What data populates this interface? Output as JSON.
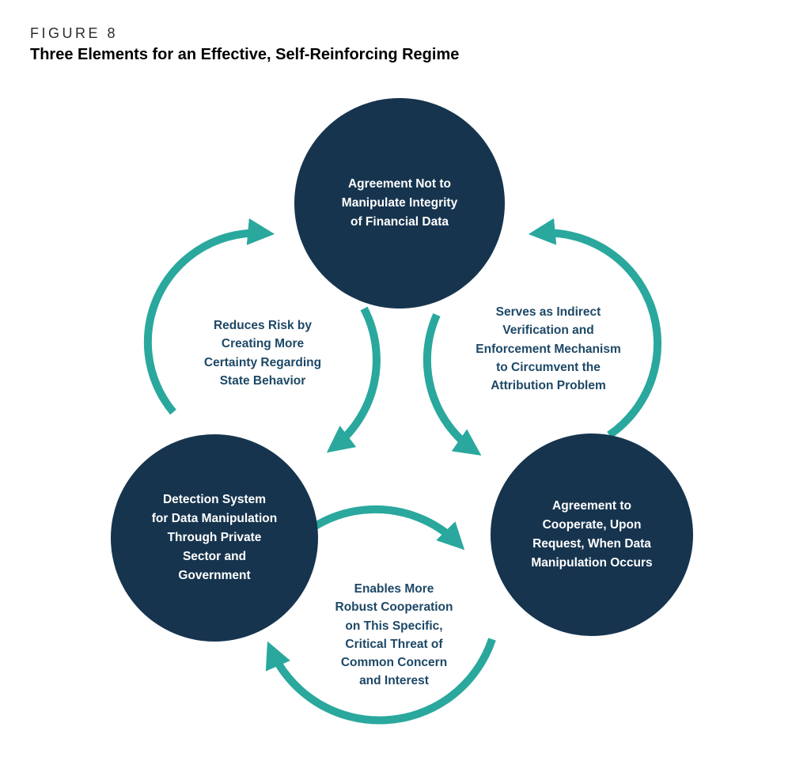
{
  "figure": {
    "label": "FIGURE 8",
    "title": "Three Elements for an Effective, Self-Reinforcing Regime"
  },
  "colors": {
    "navy": "#16344e",
    "teal": "#2aa89d",
    "label_text": "#1d4866"
  },
  "nodes": {
    "top": {
      "lines": [
        "Agreement Not to",
        "Manipulate Integrity",
        "of Financial Data"
      ]
    },
    "bottom_left": {
      "lines": [
        "Detection System",
        "for Data Manipulation",
        "Through Private",
        "Sector and",
        "Government"
      ]
    },
    "bottom_right": {
      "lines": [
        "Agreement to",
        "Cooperate, Upon",
        "Request, When Data",
        "Manipulation Occurs"
      ]
    }
  },
  "edge_labels": {
    "left": {
      "lines": [
        "Reduces Risk by",
        "Creating More",
        "Certainty Regarding",
        "State Behavior"
      ]
    },
    "right": {
      "lines": [
        "Serves as Indirect",
        "Verification and",
        "Enforcement Mechanism",
        "to Circumvent the",
        "Attribution Problem"
      ]
    },
    "bottom": {
      "lines": [
        "Enables More",
        "Robust Cooperation",
        "on This Specific,",
        "Critical Threat of",
        "Common Concern",
        "and Interest"
      ]
    }
  }
}
